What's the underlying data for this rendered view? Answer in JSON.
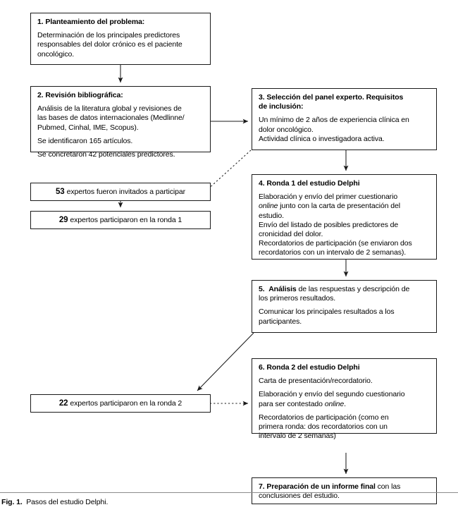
{
  "figure": {
    "caption_label": "Fig. 1.",
    "caption_text": "Pasos del estudio Delphi."
  },
  "boxes": {
    "step1": {
      "title": "1. Planteamiento del problema:",
      "line1": "Determinación de los principales predictores",
      "line2": "responsables del dolor crónico es el paciente",
      "line3": "oncológico."
    },
    "step2": {
      "title": "2. Revisión bibliográfica:",
      "line1": "Análisis de la literatura global y revisiones de",
      "line2": "las bases de datos internacionales (Medlinne/",
      "line3": "Pubmed, Cinhal, IME, Scopus).",
      "line4": "Se identificaron 165 artículos.",
      "line5": "Se concretaron 42 potenciales predictores."
    },
    "step3": {
      "title_line1": "3. Selección del panel experto. Requisitos",
      "title_line2": "de inclusión:",
      "line1": "Un mínimo de 2 años de experiencia clínica en",
      "line2": "dolor oncológico.",
      "line3": "Actividad clínica o investigadora activa."
    },
    "step4": {
      "title": "4. Ronda 1 del estudio Delphi",
      "line1_pre": "Elaboración y envío del primer cuestionario",
      "line2_italic": "online",
      "line2_post": " junto con la carta de presentación del",
      "line3": "estudio.",
      "line4": "Envío del listado de posibles predictores de",
      "line5": "cronicidad del dolor.",
      "line6": "Recordatorios de participación (se enviaron dos",
      "line7": "recordatorios con un intervalo de 2 semanas)."
    },
    "step5": {
      "title_number": "5.",
      "title_bold": "Análisis",
      "title_rest": " de las respuestas y descripción de",
      "line1": "los primeros resultados.",
      "line2": "Comunicar los principales resultados a los",
      "line3": "participantes."
    },
    "step6": {
      "title": "6. Ronda 2 del estudio Delphi",
      "line1": "Carta de presentación/recordatorio.",
      "line2": "Elaboración y envío del segundo cuestionario",
      "line3_pre": "para ser contestado ",
      "line3_italic": "online",
      "line3_post": ".",
      "line4": "Recordatorios de participación (como en",
      "line5": "primera ronda: dos recordatorios con un",
      "line6": "intervalo de 2 semanas)"
    },
    "step7": {
      "title_number": "7.",
      "title_bold": "Preparación de un informe final",
      "title_rest": " con las",
      "line1": "conclusiones del estudio."
    }
  },
  "tallies": {
    "invited": {
      "count": "53",
      "text": "expertos fueron invitados a participar"
    },
    "round1": {
      "count": "29",
      "text": "expertos participaron en la ronda 1"
    },
    "round2": {
      "count": "22",
      "text": "expertos participaron en la ronda 2"
    }
  },
  "colors": {
    "stroke": "#1a1a1a",
    "background": "#ffffff",
    "rule": "#8c8c8c"
  },
  "connectors": [
    {
      "name": "step1-to-step2",
      "style": "solid",
      "direction": "down"
    },
    {
      "name": "step2-to-step3",
      "style": "solid",
      "direction": "right"
    },
    {
      "name": "step3-to-invited",
      "style": "dotted",
      "direction": "down-left"
    },
    {
      "name": "step3-to-step4",
      "style": "solid",
      "direction": "down"
    },
    {
      "name": "invited-to-round1",
      "style": "solid",
      "direction": "down"
    },
    {
      "name": "step4-to-step5",
      "style": "solid",
      "direction": "down"
    },
    {
      "name": "step5-to-round2",
      "style": "solid",
      "direction": "down-left"
    },
    {
      "name": "round2-to-step6",
      "style": "dotted",
      "direction": "right"
    },
    {
      "name": "step6-to-step7",
      "style": "solid",
      "direction": "down"
    }
  ]
}
